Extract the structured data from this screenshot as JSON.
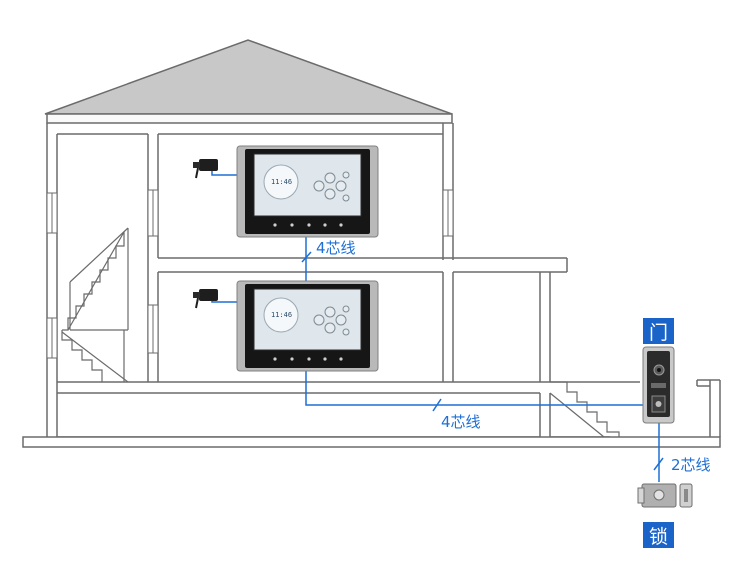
{
  "labels": {
    "wire_top": "4芯线",
    "wire_bottom": "4芯线",
    "wire_lock": "2芯线",
    "door": "门",
    "lock": "锁"
  },
  "monitor_screen": {
    "clock_upper": "11:46",
    "clock_lower": "11:46"
  },
  "colors": {
    "wire": "#1d6fd6",
    "tag_background": "#1a63c9",
    "house_outline": "#6b6b6b",
    "roof_fill": "#c8c8c8"
  },
  "icons": [
    "power-adapter-icon",
    "monitor-icon",
    "door-camera-icon",
    "electric-lock-icon"
  ]
}
